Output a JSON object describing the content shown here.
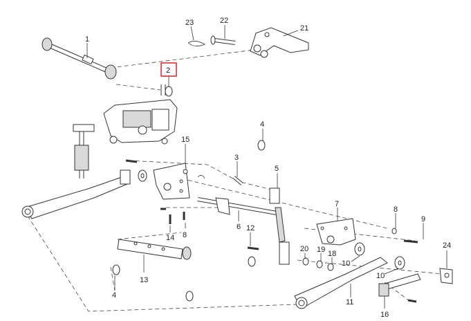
{
  "callouts": {
    "c1": "1",
    "c2": "2",
    "c3": "3",
    "c4a": "4",
    "c4b": "4",
    "c5": "5",
    "c6": "6",
    "c7": "7",
    "c8a": "8",
    "c8b": "8",
    "c9": "9",
    "c10a": "10",
    "c10b": "10",
    "c11": "11",
    "c12": "12",
    "c13": "13",
    "c14": "14",
    "c15": "15",
    "c16": "16",
    "c18": "18",
    "c19": "19",
    "c20": "20",
    "c21": "21",
    "c22": "22",
    "c23": "23",
    "c24": "24"
  },
  "colors": {
    "line": "#333333",
    "highlight": "#e02020",
    "shade": "#d9d9d9"
  }
}
